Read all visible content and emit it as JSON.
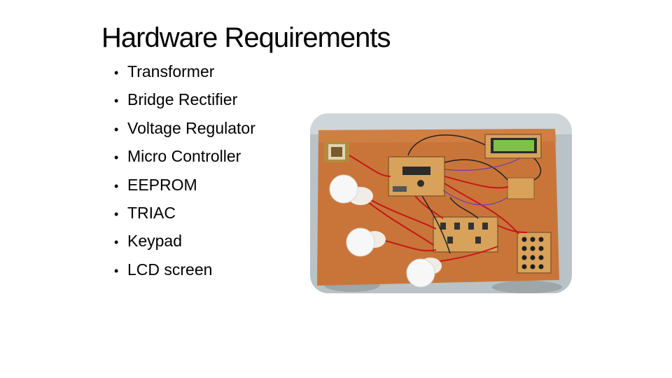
{
  "slide": {
    "title": "Hardware Requirements",
    "bullet_marker": "•",
    "bullets": [
      "Transformer",
      "Bridge Rectifier",
      "Voltage Regulator",
      "Micro Controller",
      "EEPROM",
      "TRIAC",
      "Keypad",
      "LCD screen"
    ],
    "photo": {
      "subject": "hardware prototype board with bulbs, keypad, LCD and wiring",
      "colors": {
        "board": "#c9753a",
        "pcb": "#d8a25a",
        "wire_red": "#c41818",
        "lcd": "#7fbf4a"
      }
    }
  }
}
